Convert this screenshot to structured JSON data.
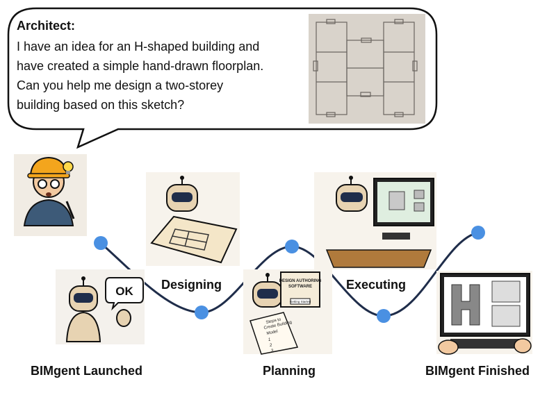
{
  "speech": {
    "speaker": "Architect:",
    "lines": [
      "I have an idea for an H-shaped building and",
      "have created a simple hand-drawn floorplan.",
      "Can you help me design a two-storey",
      "building based on this sketch?"
    ]
  },
  "stages": {
    "launched": "BIMgent Launched",
    "designing": "Designing",
    "planning": "Planning",
    "executing": "Executing",
    "finished": "BIMgent Finished"
  },
  "planning_screen": {
    "title_1": "DESIGN AUTHORING",
    "title_2": "SOFTWARE",
    "button": "Getting Started"
  },
  "planning_paper": {
    "line_1": "Steps to",
    "line_2": "Create Building",
    "line_3": "Model",
    "n1": "1",
    "n2": "2",
    "n3": "3"
  },
  "ok_text": "OK",
  "colors": {
    "node": "#4a90e2",
    "path": "#1f2d4a",
    "outline": "#111111"
  }
}
